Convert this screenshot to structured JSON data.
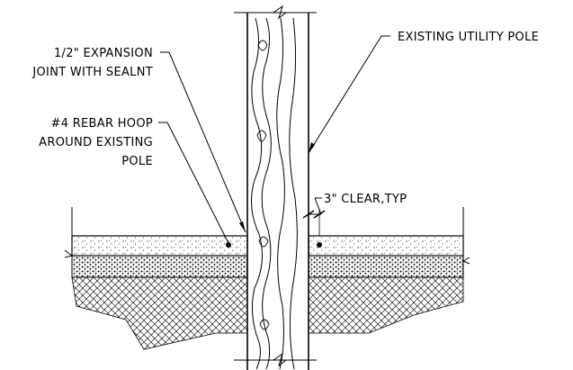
{
  "labels": {
    "expansion_joint_line1": "1/2\" EXPANSION",
    "expansion_joint_line2": "JOINT WITH SEALNT",
    "rebar_hoop_line1": "#4 REBAR HOOP",
    "rebar_hoop_line2": "AROUND EXISTING",
    "rebar_hoop_line3": "POLE",
    "existing_pole": "EXISTING UTILITY POLE",
    "clearance": "3\" CLEAR,TYP"
  }
}
